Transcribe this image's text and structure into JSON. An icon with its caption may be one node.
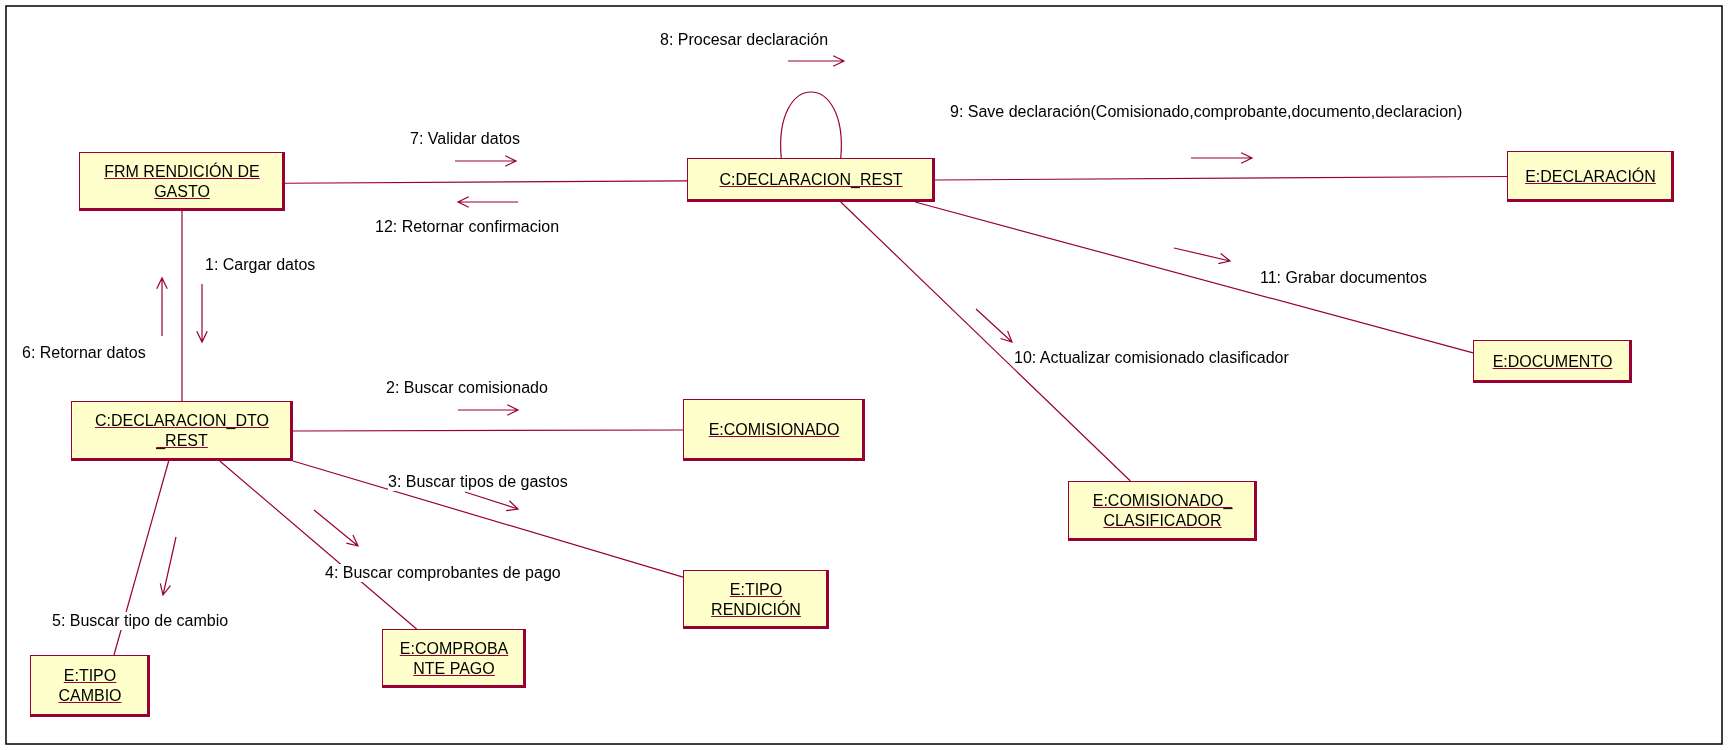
{
  "diagram": {
    "nodes": [
      {
        "text": [
          "FRM RENDICIÓN DE GASTO"
        ]
      },
      {
        "text": [
          "C:DECLARACION_REST"
        ]
      },
      {
        "text": [
          "E:DECLARACIÓN"
        ]
      },
      {
        "text": [
          "C:DECLARACION_DTO _REST"
        ]
      },
      {
        "text": [
          "E:COMISIONADO"
        ]
      },
      {
        "text": [
          "E:COMISIONADO_ CLASIFICADOR"
        ]
      },
      {
        "text": [
          "E:DOCUMENTO"
        ]
      },
      {
        "text": [
          "E:TIPO RENDICIÓN"
        ]
      },
      {
        "text": [
          "E:COMPROBA NTE PAGO"
        ]
      },
      {
        "text": [
          "E:TIPO CAMBIO"
        ]
      }
    ],
    "edges": [
      {
        "from": 0,
        "to": 1,
        "arrow": "none"
      },
      {
        "from": 1,
        "to": 1,
        "arrow": "none"
      },
      {
        "from": 1,
        "to": 2,
        "arrow": "none"
      },
      {
        "from": 1,
        "to": 6,
        "arrow": "none"
      },
      {
        "from": 1,
        "to": 5,
        "arrow": "none"
      },
      {
        "from": 0,
        "to": 3,
        "arrow": "none"
      },
      {
        "from": 3,
        "to": 4,
        "arrow": "none"
      },
      {
        "from": 3,
        "to": 7,
        "arrow": "none"
      },
      {
        "from": 3,
        "to": 8,
        "arrow": "none"
      },
      {
        "from": 3,
        "to": 9,
        "arrow": "none"
      }
    ],
    "labels": [
      "8: Procesar declaración",
      "9: Save declaración(Comisionado,comprobante,documento,declaracion)",
      "7: Validar datos",
      "12: Retornar confirmacion",
      "1: Cargar datos",
      "11: Grabar documentos",
      "6: Retornar datos",
      "10: Actualizar comisionado clasificador",
      "2: Buscar comisionado",
      "3: Buscar tipos de gastos",
      "4: Buscar comprobantes de pago",
      "5: Buscar tipo de cambio"
    ]
  }
}
